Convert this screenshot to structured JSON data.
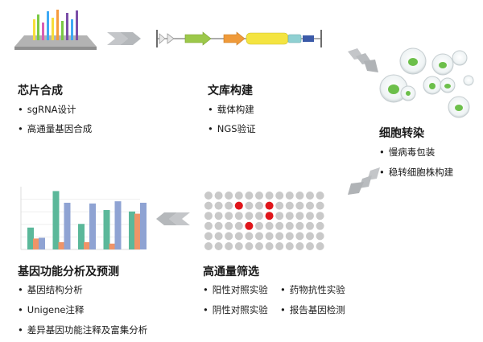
{
  "stages": [
    {
      "id": "chip",
      "title": "芯片合成",
      "items": [
        "sgRNA设计",
        "高通量基因合成"
      ]
    },
    {
      "id": "library",
      "title": "文库构建",
      "items": [
        "载体构建",
        "NGS验证"
      ]
    },
    {
      "id": "transfection",
      "title": "细胞转染",
      "items": [
        "慢病毒包装",
        "稳转细胞株构建"
      ]
    },
    {
      "id": "screening",
      "title": "高通量筛选",
      "items": [
        "阳性对照实验",
        "药物抗性实验",
        "阴性对照实验",
        "报告基因检测"
      ]
    },
    {
      "id": "analysis",
      "title": "基因功能分析及预测",
      "items": [
        "基因结构分析",
        "Unigene注释",
        "差异基因功能注释及富集分析"
      ]
    }
  ],
  "colors": {
    "arrow": "#b9bcbf",
    "accent_red": "#e0161b",
    "well_gray": "#c9c9c9",
    "bar_green": "#5bb89a",
    "bar_orange": "#ef9468",
    "bar_blue": "#8fa3d3"
  },
  "chart_data": {
    "type": "bar",
    "categories": [
      "",
      "",
      "",
      "",
      ""
    ],
    "series": [
      {
        "values": [
          3,
          8,
          3.5,
          5.4,
          5.2
        ]
      },
      {
        "values": [
          1.5,
          1,
          1,
          0.8,
          4.9
        ]
      },
      {
        "values": [
          1.6,
          6.4,
          6.3,
          6.6,
          6.4
        ]
      }
    ],
    "ylim": [
      0,
      8.6
    ],
    "grid": true
  }
}
